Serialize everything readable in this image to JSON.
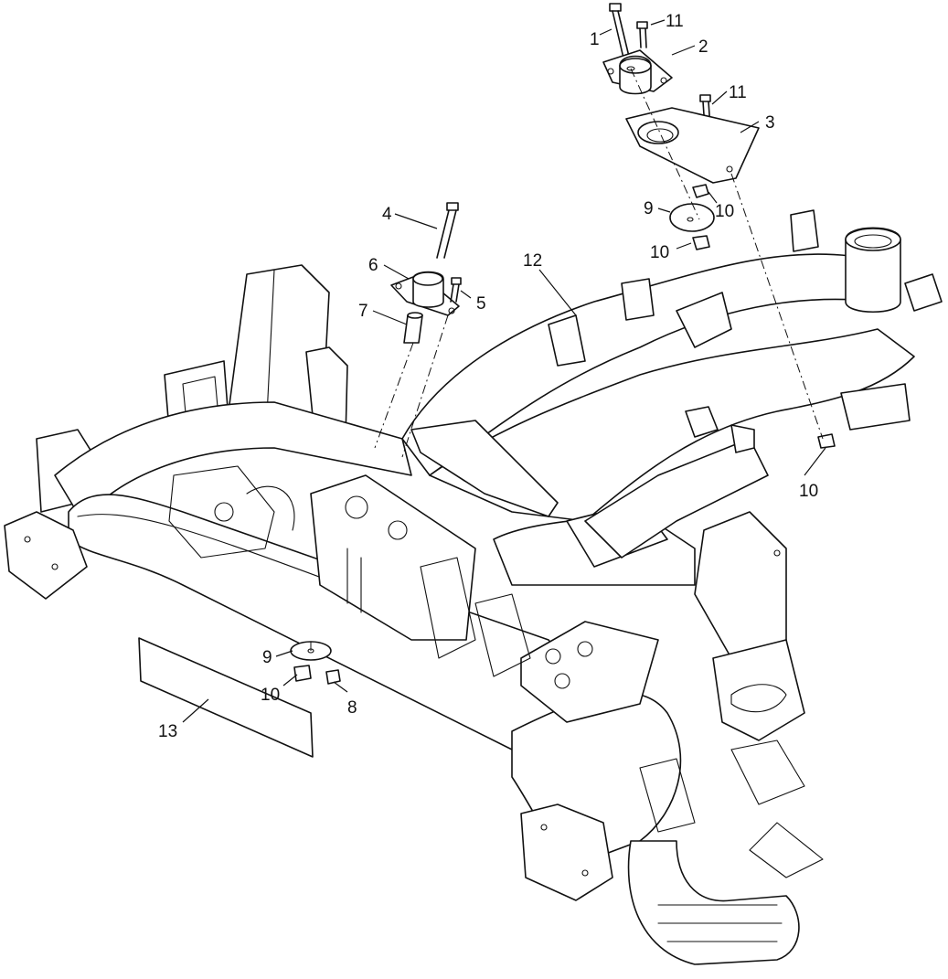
{
  "callouts": [
    {
      "id": "c1",
      "text": "1"
    },
    {
      "id": "c11a",
      "text": "11"
    },
    {
      "id": "c2",
      "text": "2"
    },
    {
      "id": "c11b",
      "text": "11"
    },
    {
      "id": "c3",
      "text": "3"
    },
    {
      "id": "c9a",
      "text": "9"
    },
    {
      "id": "c10a",
      "text": "10"
    },
    {
      "id": "c10b",
      "text": "10"
    },
    {
      "id": "c4",
      "text": "4"
    },
    {
      "id": "c6",
      "text": "6"
    },
    {
      "id": "c5",
      "text": "5"
    },
    {
      "id": "c7",
      "text": "7"
    },
    {
      "id": "c12",
      "text": "12"
    },
    {
      "id": "c10c",
      "text": "10"
    },
    {
      "id": "c9b",
      "text": "9"
    },
    {
      "id": "c10d",
      "text": "10"
    },
    {
      "id": "c8",
      "text": "8"
    },
    {
      "id": "c13",
      "text": "13"
    }
  ],
  "colors": {
    "line": "#111111",
    "background": "#ffffff"
  }
}
